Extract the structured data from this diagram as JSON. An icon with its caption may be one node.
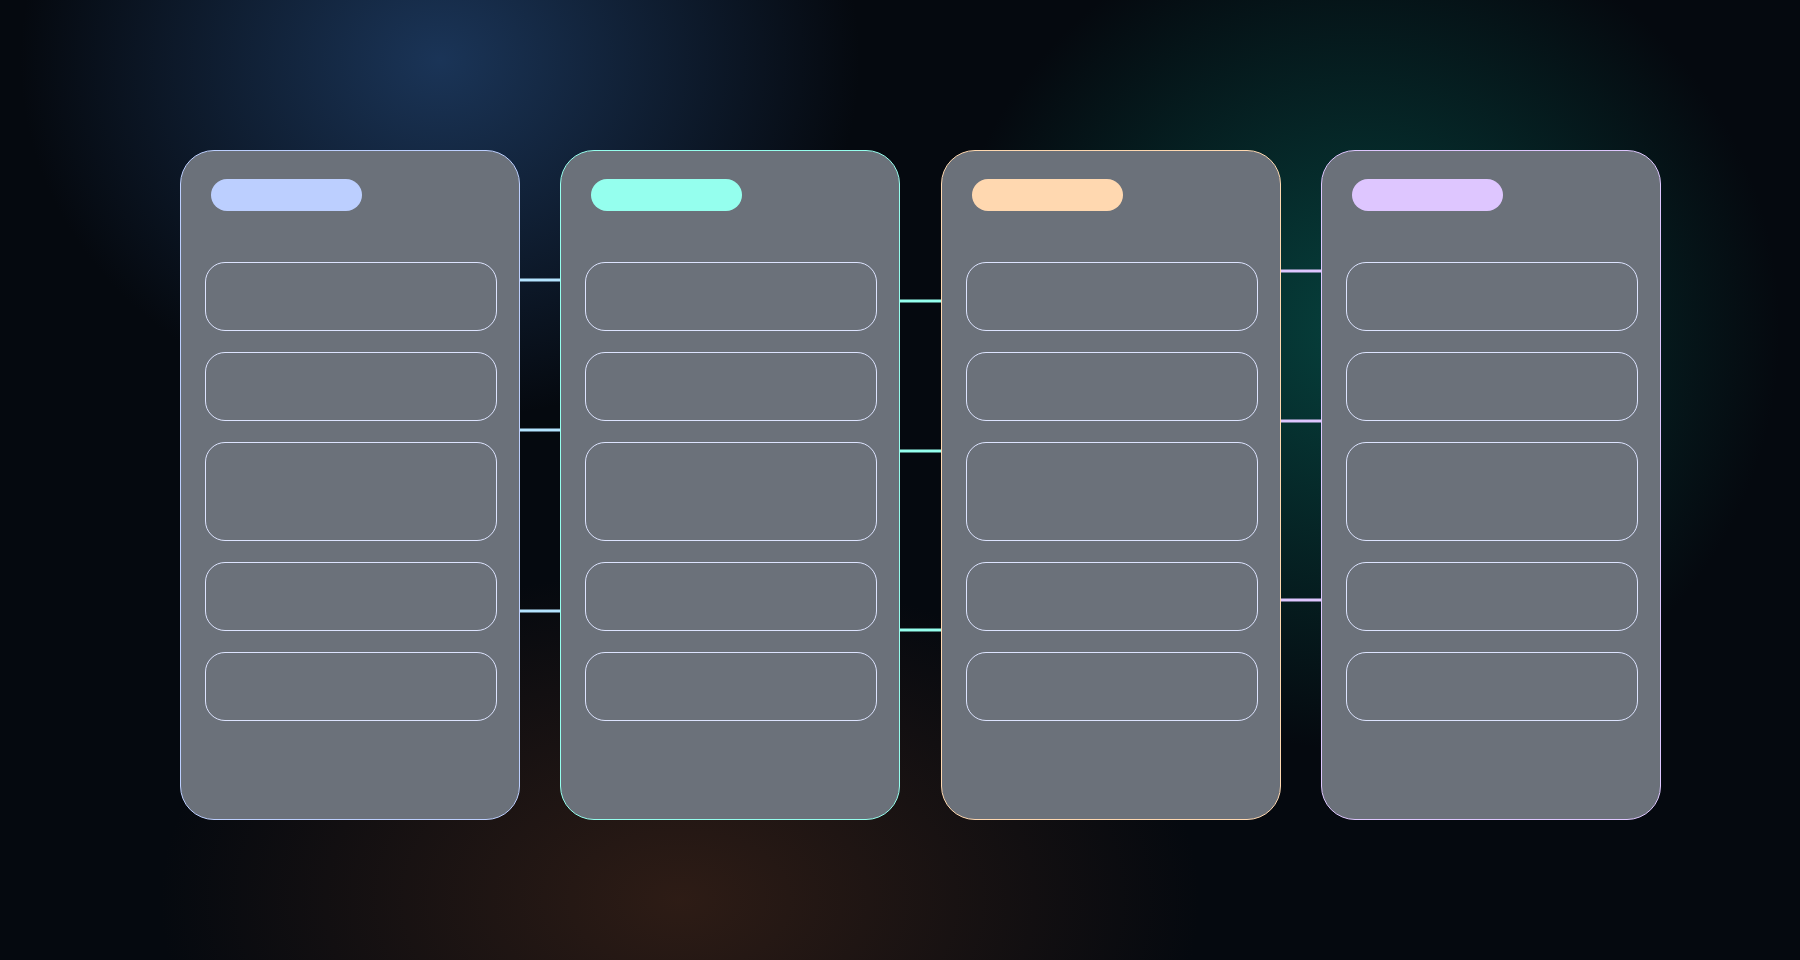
{
  "diagram": {
    "nodes": [
      {
        "text": [],
        "shape": "box"
      },
      {
        "text": [],
        "shape": "bar",
        "in": 0
      },
      {
        "text": [],
        "shape": "box",
        "in": 0
      },
      {
        "text": [],
        "shape": "box",
        "in": 0
      },
      {
        "text": [],
        "shape": "box",
        "in": 0
      },
      {
        "text": [],
        "shape": "box",
        "in": 0
      },
      {
        "text": [],
        "shape": "box",
        "in": 0
      },
      {
        "text": [],
        "shape": "box"
      },
      {
        "text": [],
        "shape": "bar",
        "in": 7
      },
      {
        "text": [],
        "shape": "box",
        "in": 7
      },
      {
        "text": [],
        "shape": "box",
        "in": 7
      },
      {
        "text": [],
        "shape": "box",
        "in": 7
      },
      {
        "text": [],
        "shape": "box",
        "in": 7
      },
      {
        "text": [],
        "shape": "box",
        "in": 7
      },
      {
        "text": [],
        "shape": "box"
      },
      {
        "text": [],
        "shape": "bar",
        "in": 14
      },
      {
        "text": [],
        "shape": "box",
        "in": 14
      },
      {
        "text": [],
        "shape": "box",
        "in": 14
      },
      {
        "text": [],
        "shape": "box",
        "in": 14
      },
      {
        "text": [],
        "shape": "box",
        "in": 14
      },
      {
        "text": [],
        "shape": "box",
        "in": 14
      },
      {
        "text": [],
        "shape": "box"
      },
      {
        "text": [],
        "shape": "bar",
        "in": 21
      },
      {
        "text": [],
        "shape": "box",
        "in": 21
      },
      {
        "text": [],
        "shape": "box",
        "in": 21
      },
      {
        "text": [],
        "shape": "box",
        "in": 21
      },
      {
        "text": [],
        "shape": "box",
        "in": 21
      },
      {
        "text": [],
        "shape": "box",
        "in": 21
      }
    ],
    "edges": [
      {
        "from": 0,
        "to": 7,
        "arrow": "none",
        "color": "#b4e4ff"
      },
      {
        "from": 0,
        "to": 7,
        "arrow": "none",
        "color": "#b4e4ff"
      },
      {
        "from": 0,
        "to": 7,
        "arrow": "none",
        "color": "#b4e4ff"
      },
      {
        "from": 7,
        "to": 14,
        "arrow": "none",
        "color": "#95ffee"
      },
      {
        "from": 7,
        "to": 14,
        "arrow": "none",
        "color": "#95ffee"
      },
      {
        "from": 7,
        "to": 14,
        "arrow": "none",
        "color": "#95ffee"
      },
      {
        "from": 14,
        "to": 21,
        "arrow": "none",
        "color": "#dec6ff"
      },
      {
        "from": 14,
        "to": 21,
        "arrow": "none",
        "color": "#dec6ff"
      },
      {
        "from": 14,
        "to": 21,
        "arrow": "none",
        "color": "#dec6ff"
      }
    ]
  }
}
